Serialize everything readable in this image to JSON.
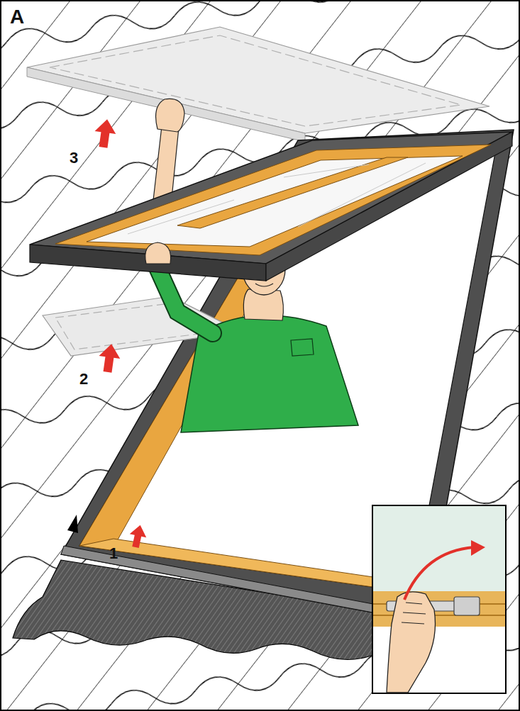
{
  "diagram": {
    "labels": [
      "A",
      "3",
      "2",
      "1"
    ]
  }
}
